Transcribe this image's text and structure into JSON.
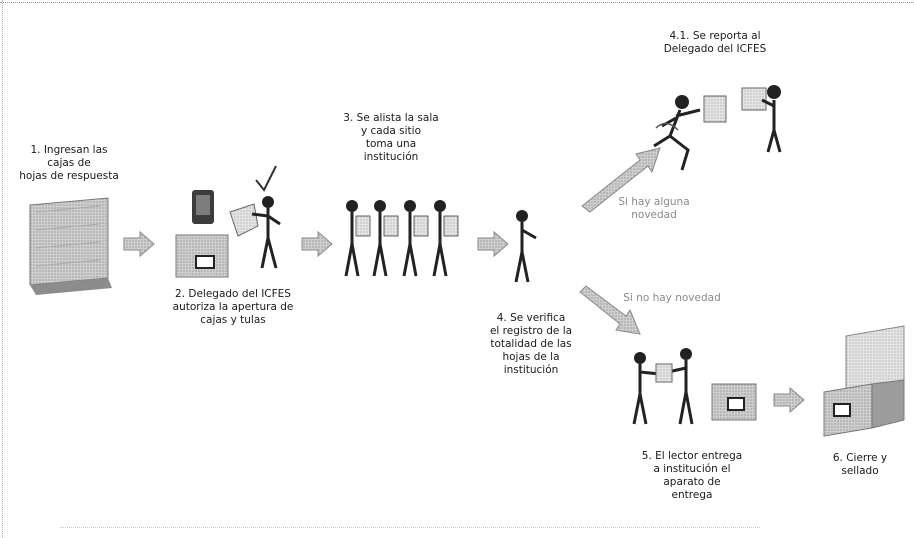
{
  "steps": {
    "s1": "1. Ingresan las\ncajas de\nhojas de respuesta",
    "s2": "2. Delegado del ICFES\nautoriza la apertura de\ncajas y tulas",
    "s3": "3. Se alista la sala\ny cada sitio\ntoma una\ninstitución",
    "s4": "4. Se verifica\nel registro de la\ntotalidad de las\nhojas de la\ninstitución",
    "s41": "4.1. Se reporta al\nDelegado del ICFES",
    "s5": "5. El lector entrega\na institución el\naparato de\nentrega",
    "s6": "6. Cierre y\nsellado"
  },
  "branches": {
    "upper": "Si hay alguna\nnovedad",
    "lower": "Si no hay novedad"
  }
}
